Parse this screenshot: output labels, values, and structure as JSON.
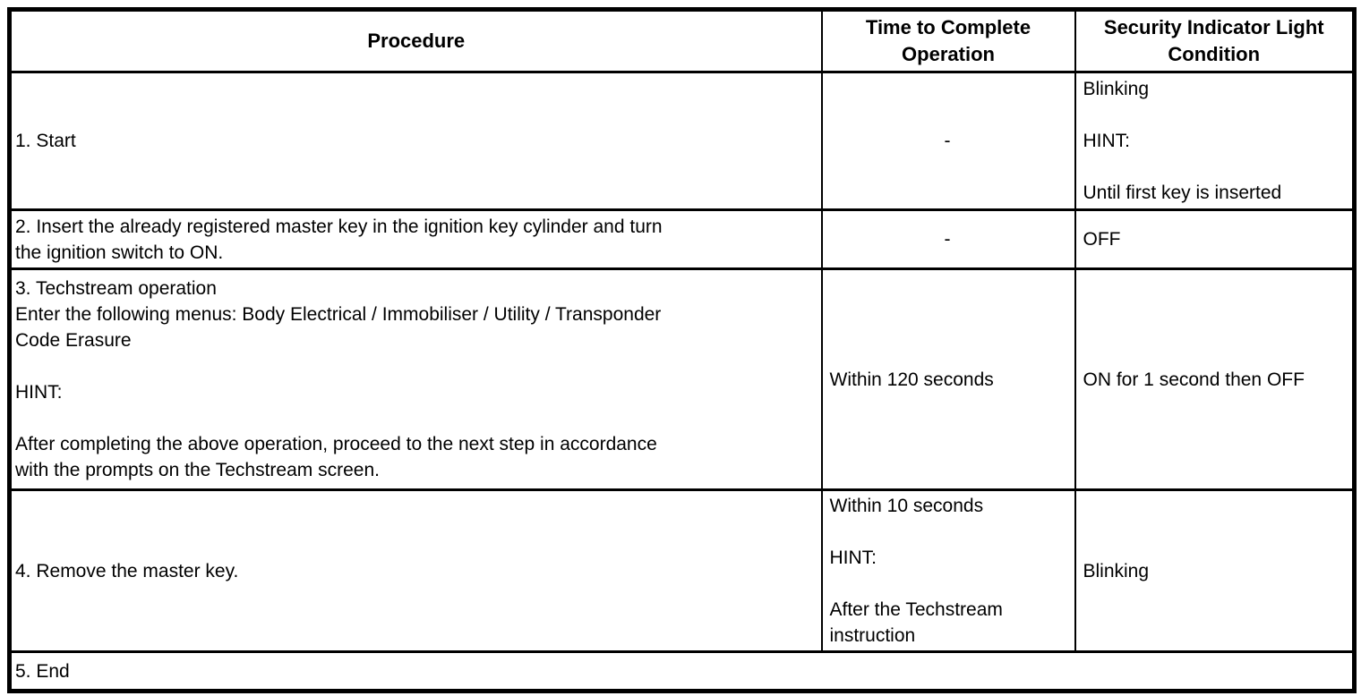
{
  "table": {
    "columns": [
      {
        "label": "Procedure"
      },
      {
        "label": "Time to Complete\nOperation"
      },
      {
        "label": "Security Indicator Light\nCondition"
      }
    ],
    "rows": [
      {
        "procedure": "1. Start",
        "time": "-",
        "light": "Blinking\n\nHINT:\n\nUntil first key is inserted"
      },
      {
        "procedure": "2. Insert the already registered master key in the ignition key cylinder and turn\nthe ignition switch to ON.",
        "time": "-",
        "light": "OFF"
      },
      {
        "procedure": "3. Techstream operation\nEnter the following menus: Body Electrical / Immobiliser / Utility / Transponder\nCode Erasure\n\nHINT:\n\nAfter completing the above operation, proceed to the next step in accordance\nwith the prompts on the Techstream screen.",
        "time": "Within 120 seconds",
        "light": "ON for 1 second then OFF"
      },
      {
        "procedure": "4. Remove the master key.",
        "time": "Within 10 seconds\n\nHINT:\n\nAfter the Techstream\ninstruction",
        "light": "Blinking"
      },
      {
        "procedure": "5. End"
      }
    ],
    "colors": {
      "border": "#000000",
      "text": "#000000",
      "background": "#ffffff"
    }
  }
}
